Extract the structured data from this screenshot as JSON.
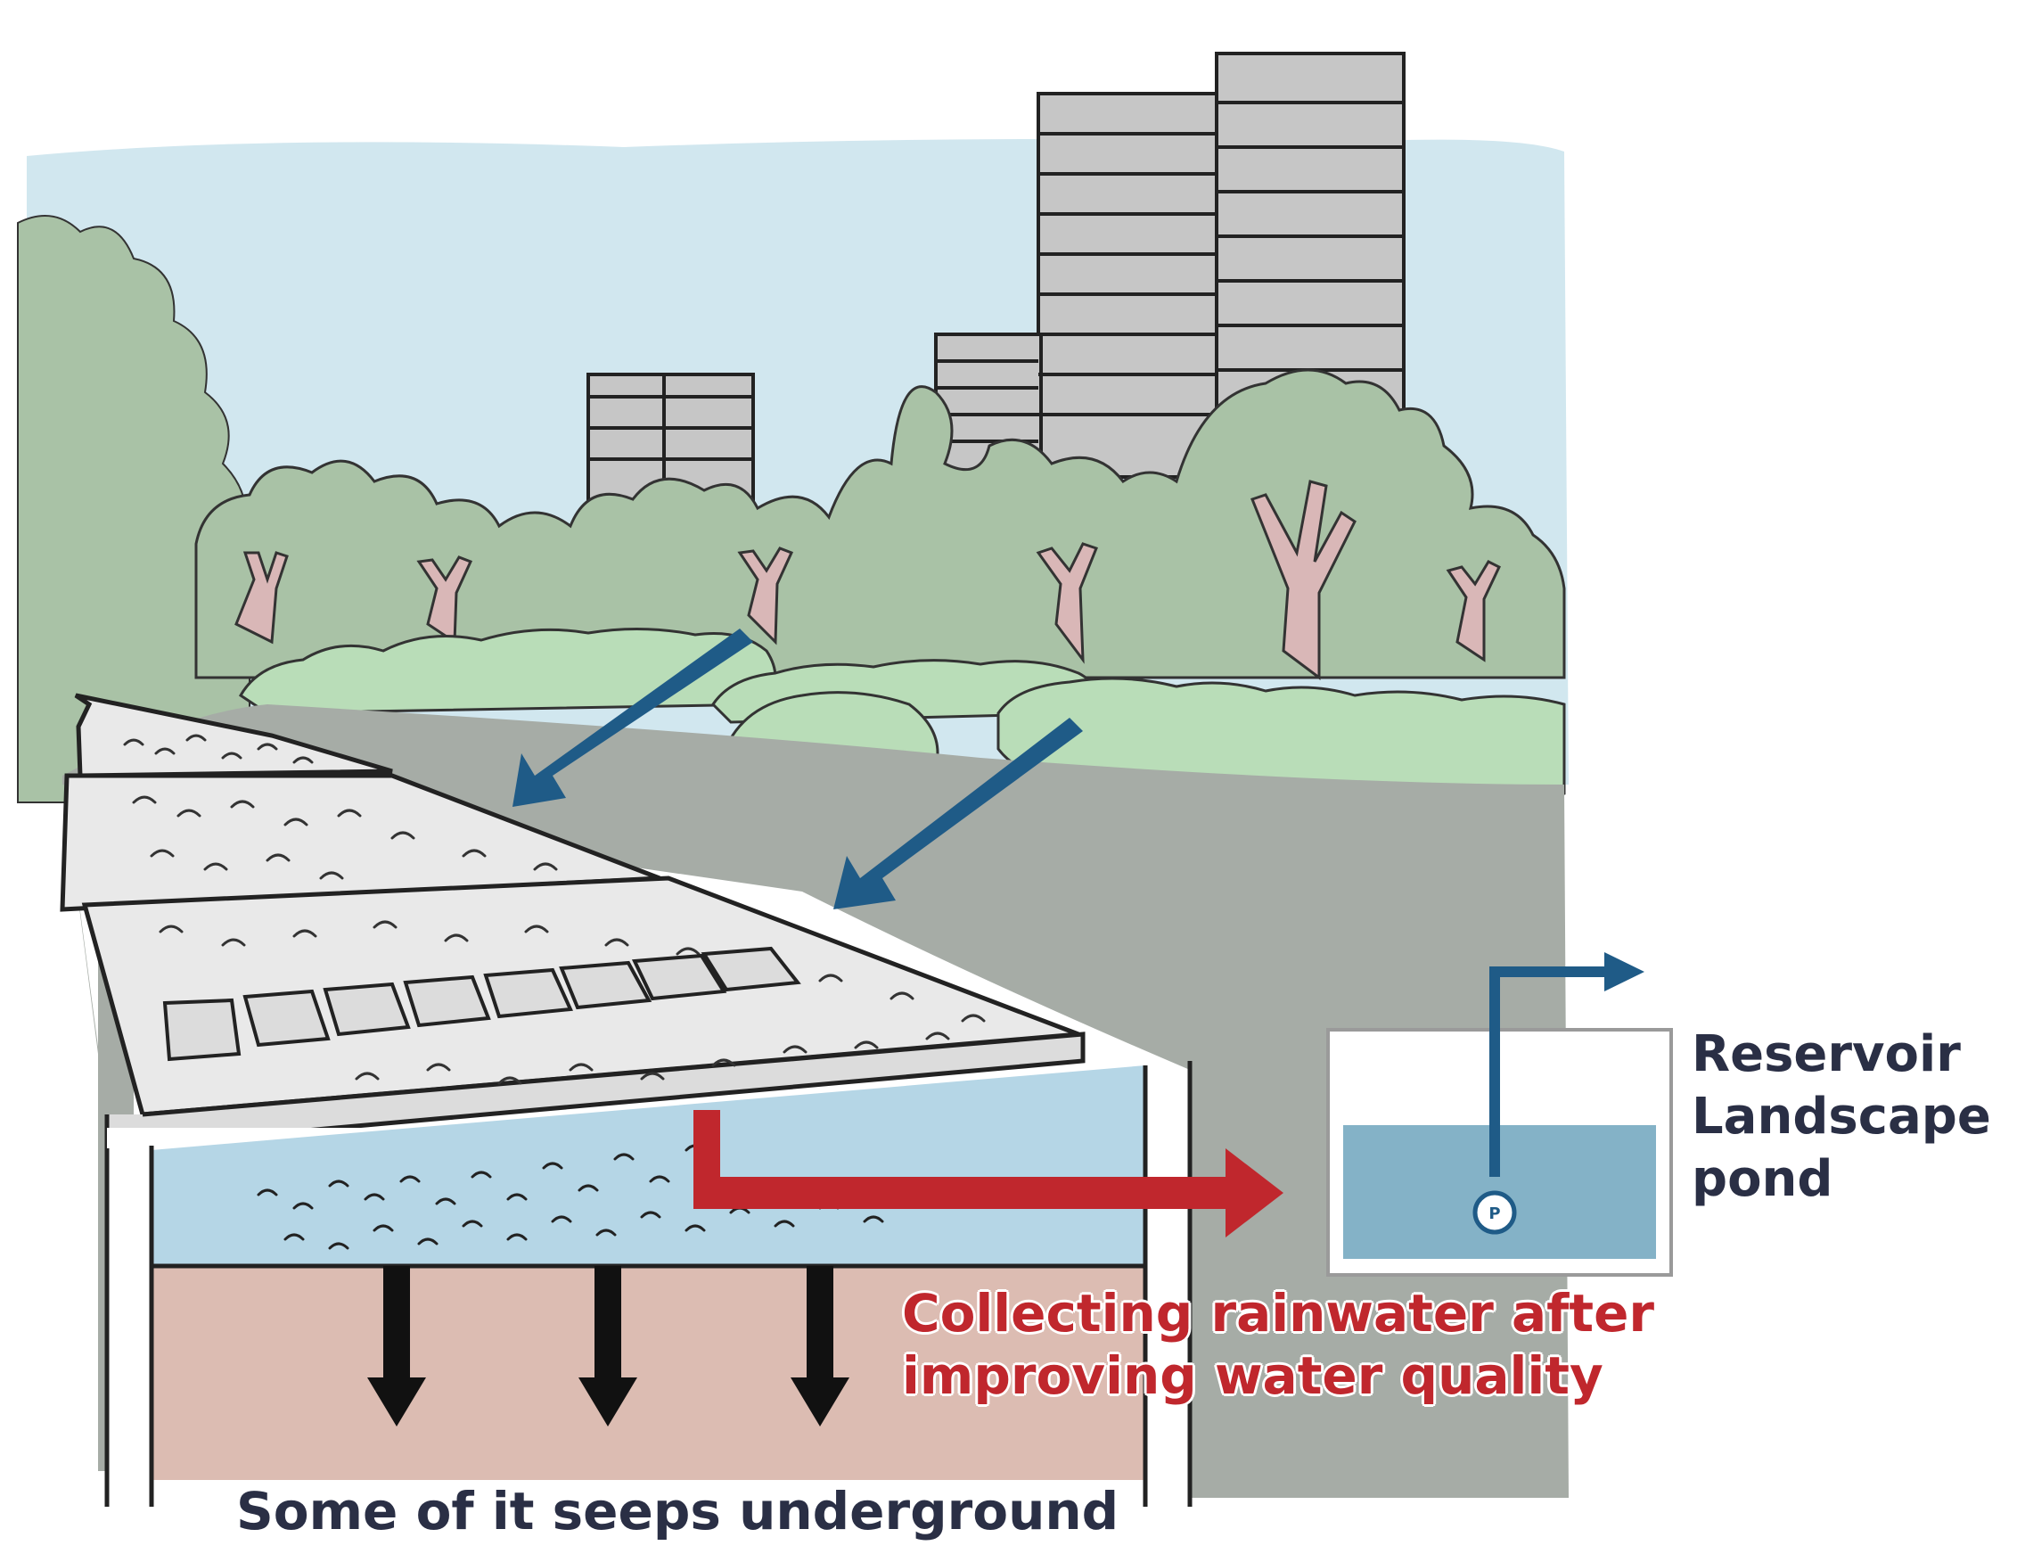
{
  "labels": {
    "seeps": "Some of it seeps underground",
    "collecting_line1": "Collecting rainwater after",
    "collecting_line2": "improving water quality",
    "reservoir_line1": "Reservoir",
    "reservoir_line2": "Landscape",
    "reservoir_line3": "pond",
    "pump": "P"
  },
  "colors": {
    "flow_arrow_blue": "#1f5b87",
    "collect_arrow_red": "#c0272d",
    "seep_arrow_black": "#111111",
    "pond_water": "#84b2c7",
    "sky": "#cfe6ee",
    "foliage": "#a9c2a6",
    "shrub": "#b9ddb8",
    "ground": "#a6aca6",
    "soil": "#dcbcb2",
    "storage_water": "#b5d6e6",
    "text_dark": "#2a2f45"
  },
  "icons": {
    "runoff_arrows": "arrow-down-left-icon",
    "seep_arrows": "arrow-down-icon",
    "collect_arrow": "arrow-right-icon",
    "outflow_arrow": "arrow-right-icon",
    "pump": "pump-icon"
  }
}
